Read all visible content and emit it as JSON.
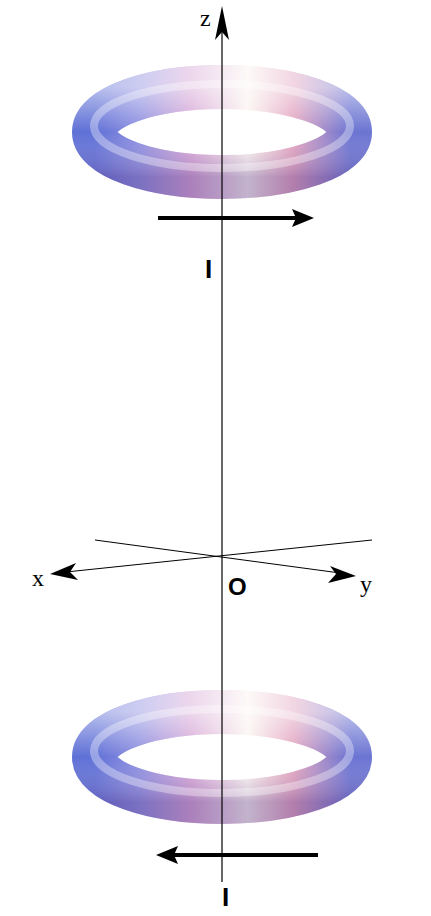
{
  "diagram": {
    "labels": [
      "z",
      "O",
      "x",
      "y",
      "I",
      "I"
    ]
  }
}
